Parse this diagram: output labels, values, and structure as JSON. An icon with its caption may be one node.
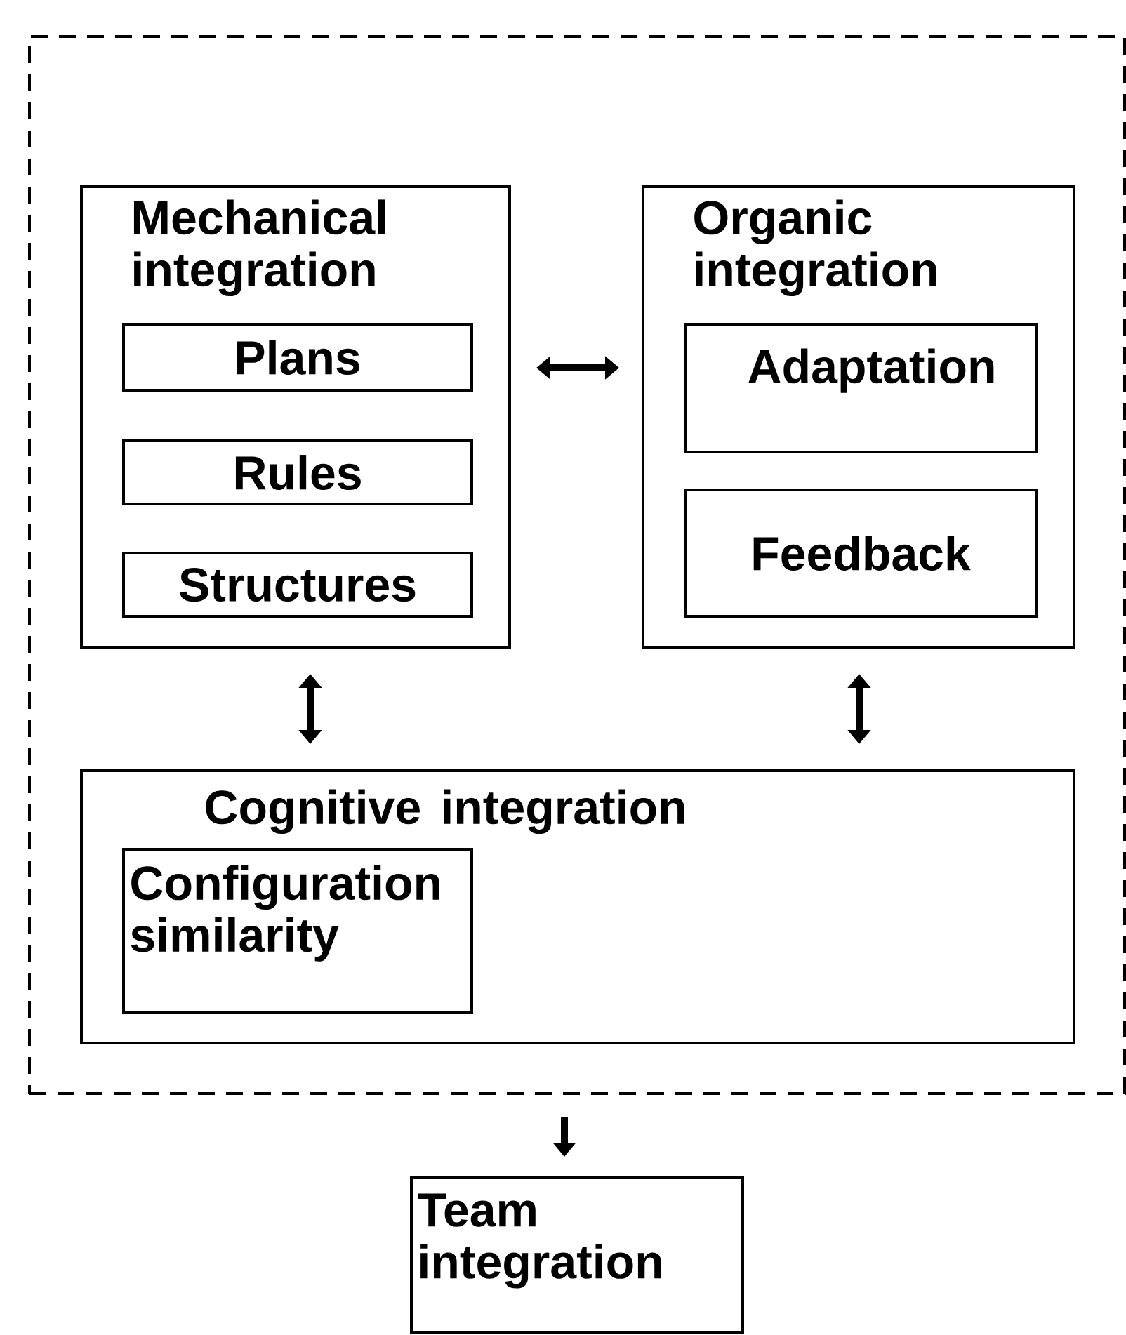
{
  "diagram": {
    "nodes": [
      {
        "text": [],
        "shape": "box"
      },
      {
        "text": [
          "Mechanical integration"
        ],
        "in": 0
      },
      {
        "text": [
          "Plans"
        ],
        "in": 1
      },
      {
        "text": [
          "Rules"
        ],
        "in": 1
      },
      {
        "text": [
          "Structures"
        ],
        "in": 1
      },
      {
        "text": [
          "Organic integration"
        ],
        "in": 0
      },
      {
        "text": [
          "Adaptation"
        ],
        "in": 5
      },
      {
        "text": [
          "Feedback"
        ],
        "in": 5
      },
      {
        "text": [
          "Cognitive integration"
        ],
        "in": 0
      },
      {
        "text": [
          "Configuration similarity"
        ],
        "in": 8
      },
      {
        "text": [
          "Team integration"
        ]
      }
    ],
    "edges": [
      {
        "from": 1,
        "to": 5,
        "arrow": "both"
      },
      {
        "from": 1,
        "to": 8,
        "arrow": "both"
      },
      {
        "from": 5,
        "to": 8,
        "arrow": "both"
      },
      {
        "from": 0,
        "to": 10,
        "arrow": "to"
      }
    ]
  }
}
